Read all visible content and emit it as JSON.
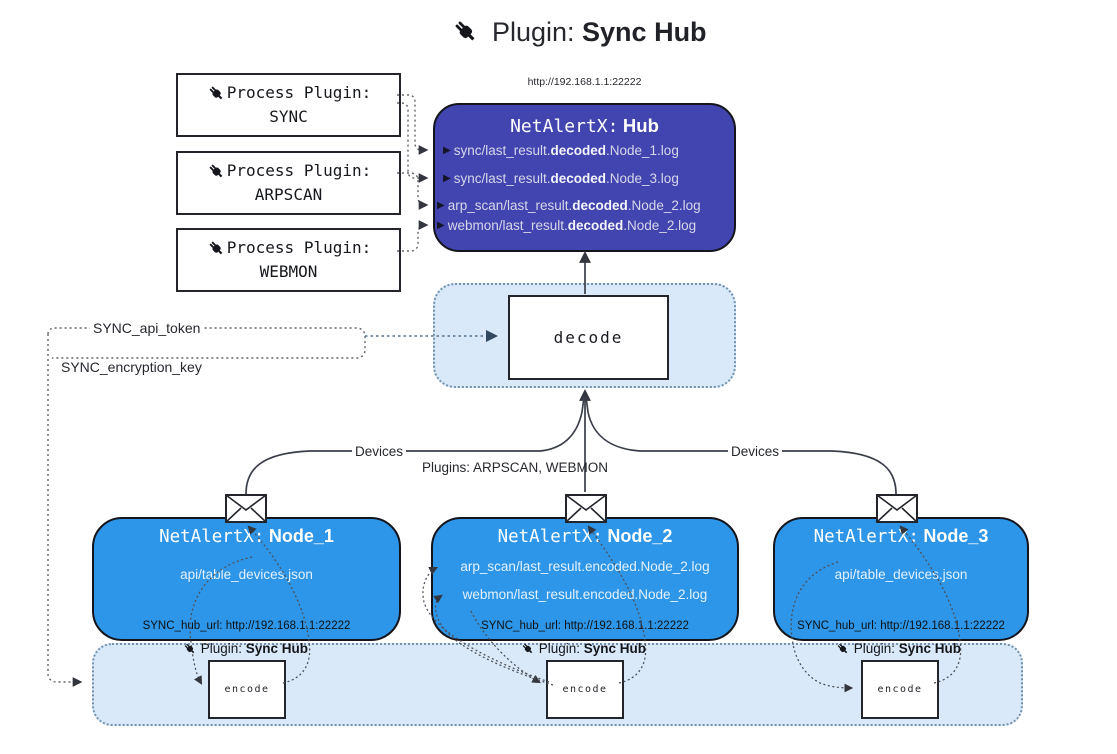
{
  "title": {
    "icon": "plug-icon",
    "prefix": "Plugin:",
    "name": "Sync Hub"
  },
  "process_plugins": [
    {
      "label": "Process Plugin:",
      "name": "SYNC"
    },
    {
      "label": "Process Plugin:",
      "name": "ARPSCAN"
    },
    {
      "label": "Process Plugin:",
      "name": "WEBMON"
    }
  ],
  "hub": {
    "url": "http://192.168.1.1:22222",
    "title_prefix": "NetAlertX:",
    "title_name": "Hub",
    "logs": [
      {
        "pre": "sync/last_result.",
        "bold": "decoded",
        "post": ".Node_1.log"
      },
      {
        "pre": "sync/last_result.",
        "bold": "decoded",
        "post": ".Node_3.log"
      },
      {
        "pre": "arp_scan/last_result.",
        "bold": "decoded",
        "post": ".Node_2.log"
      },
      {
        "pre": "webmon/last_result.",
        "bold": "decoded",
        "post": ".Node_2.log"
      }
    ]
  },
  "decode_label": "decode",
  "keys": {
    "api_token": "SYNC_api_token",
    "encryption_key": "SYNC_encryption_key"
  },
  "edge_labels": {
    "devices_left": "Devices",
    "devices_right": "Devices",
    "plugins": "Plugins: ARPSCAN, WEBMON"
  },
  "nodes": [
    {
      "title_prefix": "NetAlertX:",
      "title_name": "Node_1",
      "files": [
        "api/table_devices.json"
      ],
      "hub_url": "SYNC_hub_url: http://192.168.1.1:22222"
    },
    {
      "title_prefix": "NetAlertX:",
      "title_name": "Node_2",
      "files": [
        "arp_scan/last_result.encoded.Node_2.log",
        "webmon/last_result.encoded.Node_2.log"
      ],
      "hub_url": "SYNC_hub_url: http://192.168.1.1:22222"
    },
    {
      "title_prefix": "NetAlertX:",
      "title_name": "Node_3",
      "files": [
        "api/table_devices.json"
      ],
      "hub_url": "SYNC_hub_url: http://192.168.1.1:22222"
    }
  ],
  "encoders": [
    {
      "prefix": "Plugin:",
      "name": "Sync Hub",
      "box_label": "encode"
    },
    {
      "prefix": "Plugin:",
      "name": "Sync Hub",
      "box_label": "encode"
    },
    {
      "prefix": "Plugin:",
      "name": "Sync Hub",
      "box_label": "encode"
    }
  ],
  "colors": {
    "hub-bg": "#4245af",
    "hub-text": "#d7d7ea",
    "hub-text-bright": "#f4f4fb",
    "node-bg": "#2e96e8",
    "node-text": "#e4f1fc",
    "panel-bg": "#d9e9f9",
    "panel-border": "#7392ad"
  }
}
